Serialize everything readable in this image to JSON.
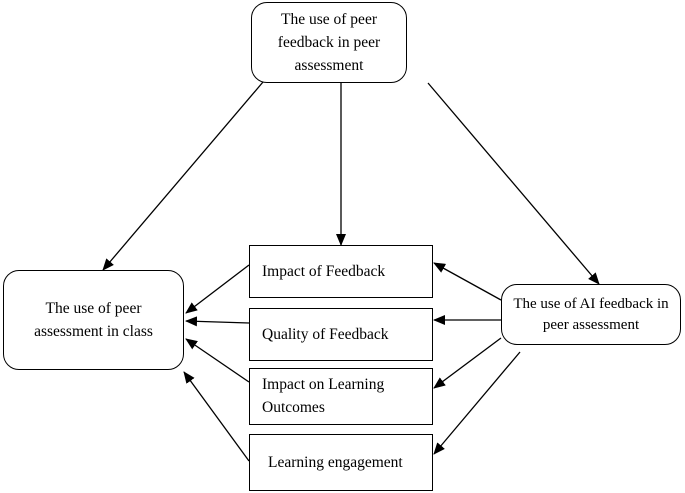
{
  "diagram": {
    "nodes": {
      "top": "The use of peer feedback in peer assessment",
      "left": "The use of peer assessment in class",
      "right": "The use of AI feedback in peer assessment",
      "impact_of_feedback": "Impact of Feedback",
      "quality_of_feedback": "Quality of Feedback",
      "impact_on_learning_outcomes": "Impact on Learning Outcomes",
      "learning_engagement": "Learning engagement"
    },
    "edges": [
      {
        "from": "top",
        "to": "left"
      },
      {
        "from": "top",
        "to": "impact_of_feedback"
      },
      {
        "from": "top",
        "to": "right"
      },
      {
        "from": "right",
        "to": "impact_of_feedback"
      },
      {
        "from": "right",
        "to": "quality_of_feedback"
      },
      {
        "from": "right",
        "to": "impact_on_learning_outcomes"
      },
      {
        "from": "right",
        "to": "learning_engagement"
      },
      {
        "from": "impact_of_feedback",
        "to": "left"
      },
      {
        "from": "quality_of_feedback",
        "to": "left"
      },
      {
        "from": "impact_on_learning_outcomes",
        "to": "left"
      },
      {
        "from": "learning_engagement",
        "to": "left"
      }
    ]
  }
}
